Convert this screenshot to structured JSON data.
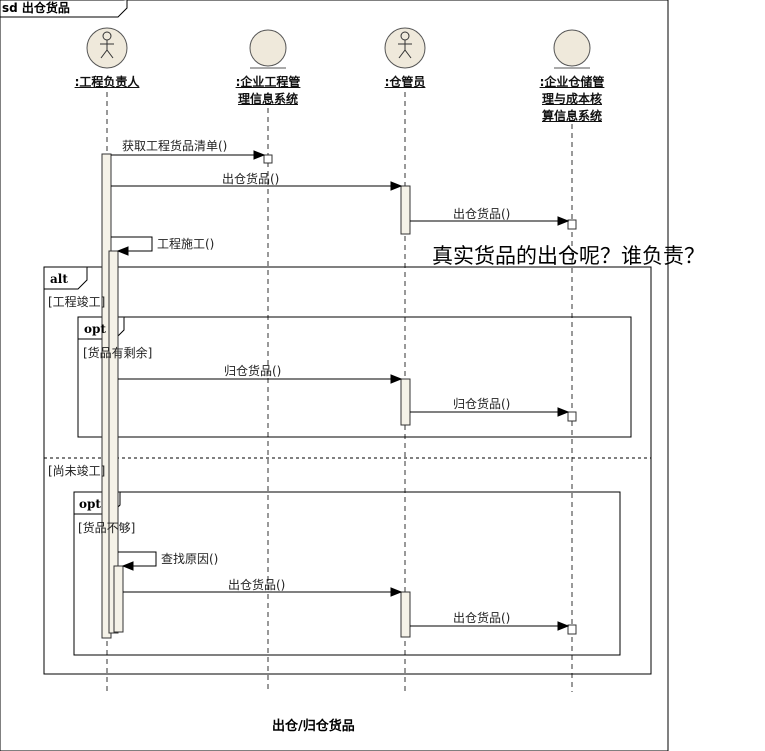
{
  "diagram": {
    "frame_title": "sd 出仓货品",
    "caption": "出仓/归仓货品",
    "participants": [
      {
        "id": "p1",
        "label": ":工程负责人",
        "kind": "actor"
      },
      {
        "id": "p2",
        "label": ":企业工程管\n理信息系统",
        "kind": "entity"
      },
      {
        "id": "p3",
        "label": ":仓管员",
        "kind": "actor"
      },
      {
        "id": "p4",
        "label": ":企业仓储管\n理与成本核\n算信息系统",
        "kind": "entity"
      }
    ],
    "messages": {
      "m1": "获取工程货品清单()",
      "m2": "出仓货品()",
      "m3": "出仓货品()",
      "m4": "工程施工()",
      "m5": "归仓货品()",
      "m6": "归仓货品()",
      "m7": "查找原因()",
      "m8": "出仓货品()",
      "m9": "出仓货品()"
    },
    "fragments": {
      "alt_keyword": "alt",
      "alt_guard1": "[工程竣工]",
      "alt_guard2": "[尚未竣工]",
      "opt1_keyword": "opt",
      "opt1_guard": "[货品有剩余]",
      "opt2_keyword": "opt",
      "opt2_guard": "[货品不够]"
    },
    "annotation": "真实货品的出仓呢？谁负责？"
  }
}
